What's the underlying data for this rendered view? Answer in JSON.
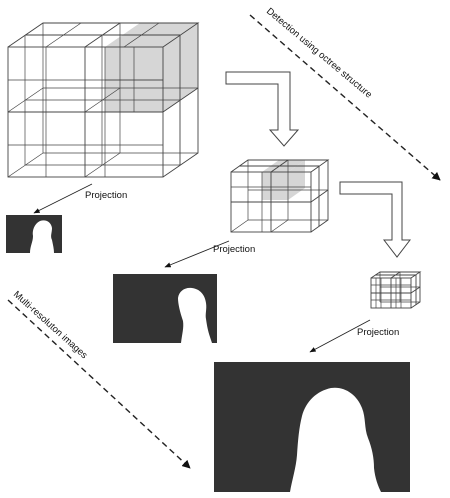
{
  "labels": {
    "detection": "Detection using octree structure",
    "multires": "Multi-resoluton images",
    "projection_1": "Projection",
    "projection_2": "Projection",
    "projection_3": "Projection"
  },
  "colors": {
    "image_background": "#333333",
    "highlight_cell": "#d6d6d6",
    "line": "#444444"
  }
}
